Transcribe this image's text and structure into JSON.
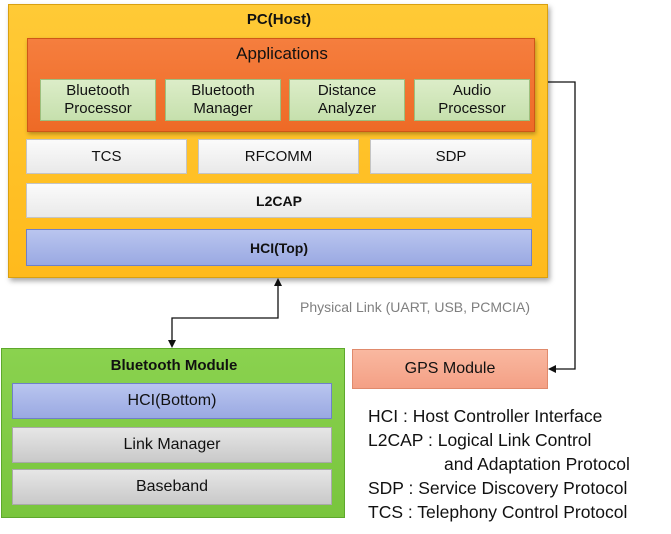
{
  "pc_host": {
    "title": "PC(Host)",
    "applications": {
      "title": "Applications",
      "items": [
        {
          "line1": "Bluetooth",
          "line2": "Processor"
        },
        {
          "line1": "Bluetooth",
          "line2": "Manager"
        },
        {
          "line1": "Distance",
          "line2": "Analyzer"
        },
        {
          "line1": "Audio",
          "line2": "Processor"
        }
      ]
    },
    "protocols": [
      "TCS",
      "RFCOMM",
      "SDP"
    ],
    "l2cap": "L2CAP",
    "hci_top": "HCI(Top)"
  },
  "physical_link": "Physical Link (UART, USB, PCMCIA)",
  "bluetooth_module": {
    "title": "Bluetooth Module",
    "layers": [
      "HCI(Bottom)",
      "Link Manager",
      "Baseband"
    ]
  },
  "gps_module": "GPS Module",
  "legend": [
    "HCI : Host Controller Interface",
    "L2CAP : Logical Link Control",
    "and Adaptation Protocol",
    "SDP : Service Discovery Protocol",
    "TCS : Telephony Control Protocol"
  ],
  "colors": {
    "host": "#ffc12a",
    "applications": "#f07430",
    "app_item": "#d2e7bc",
    "hci": "#a9b6e8",
    "bt_module": "#82cc47",
    "gps": "#f6ab90"
  }
}
